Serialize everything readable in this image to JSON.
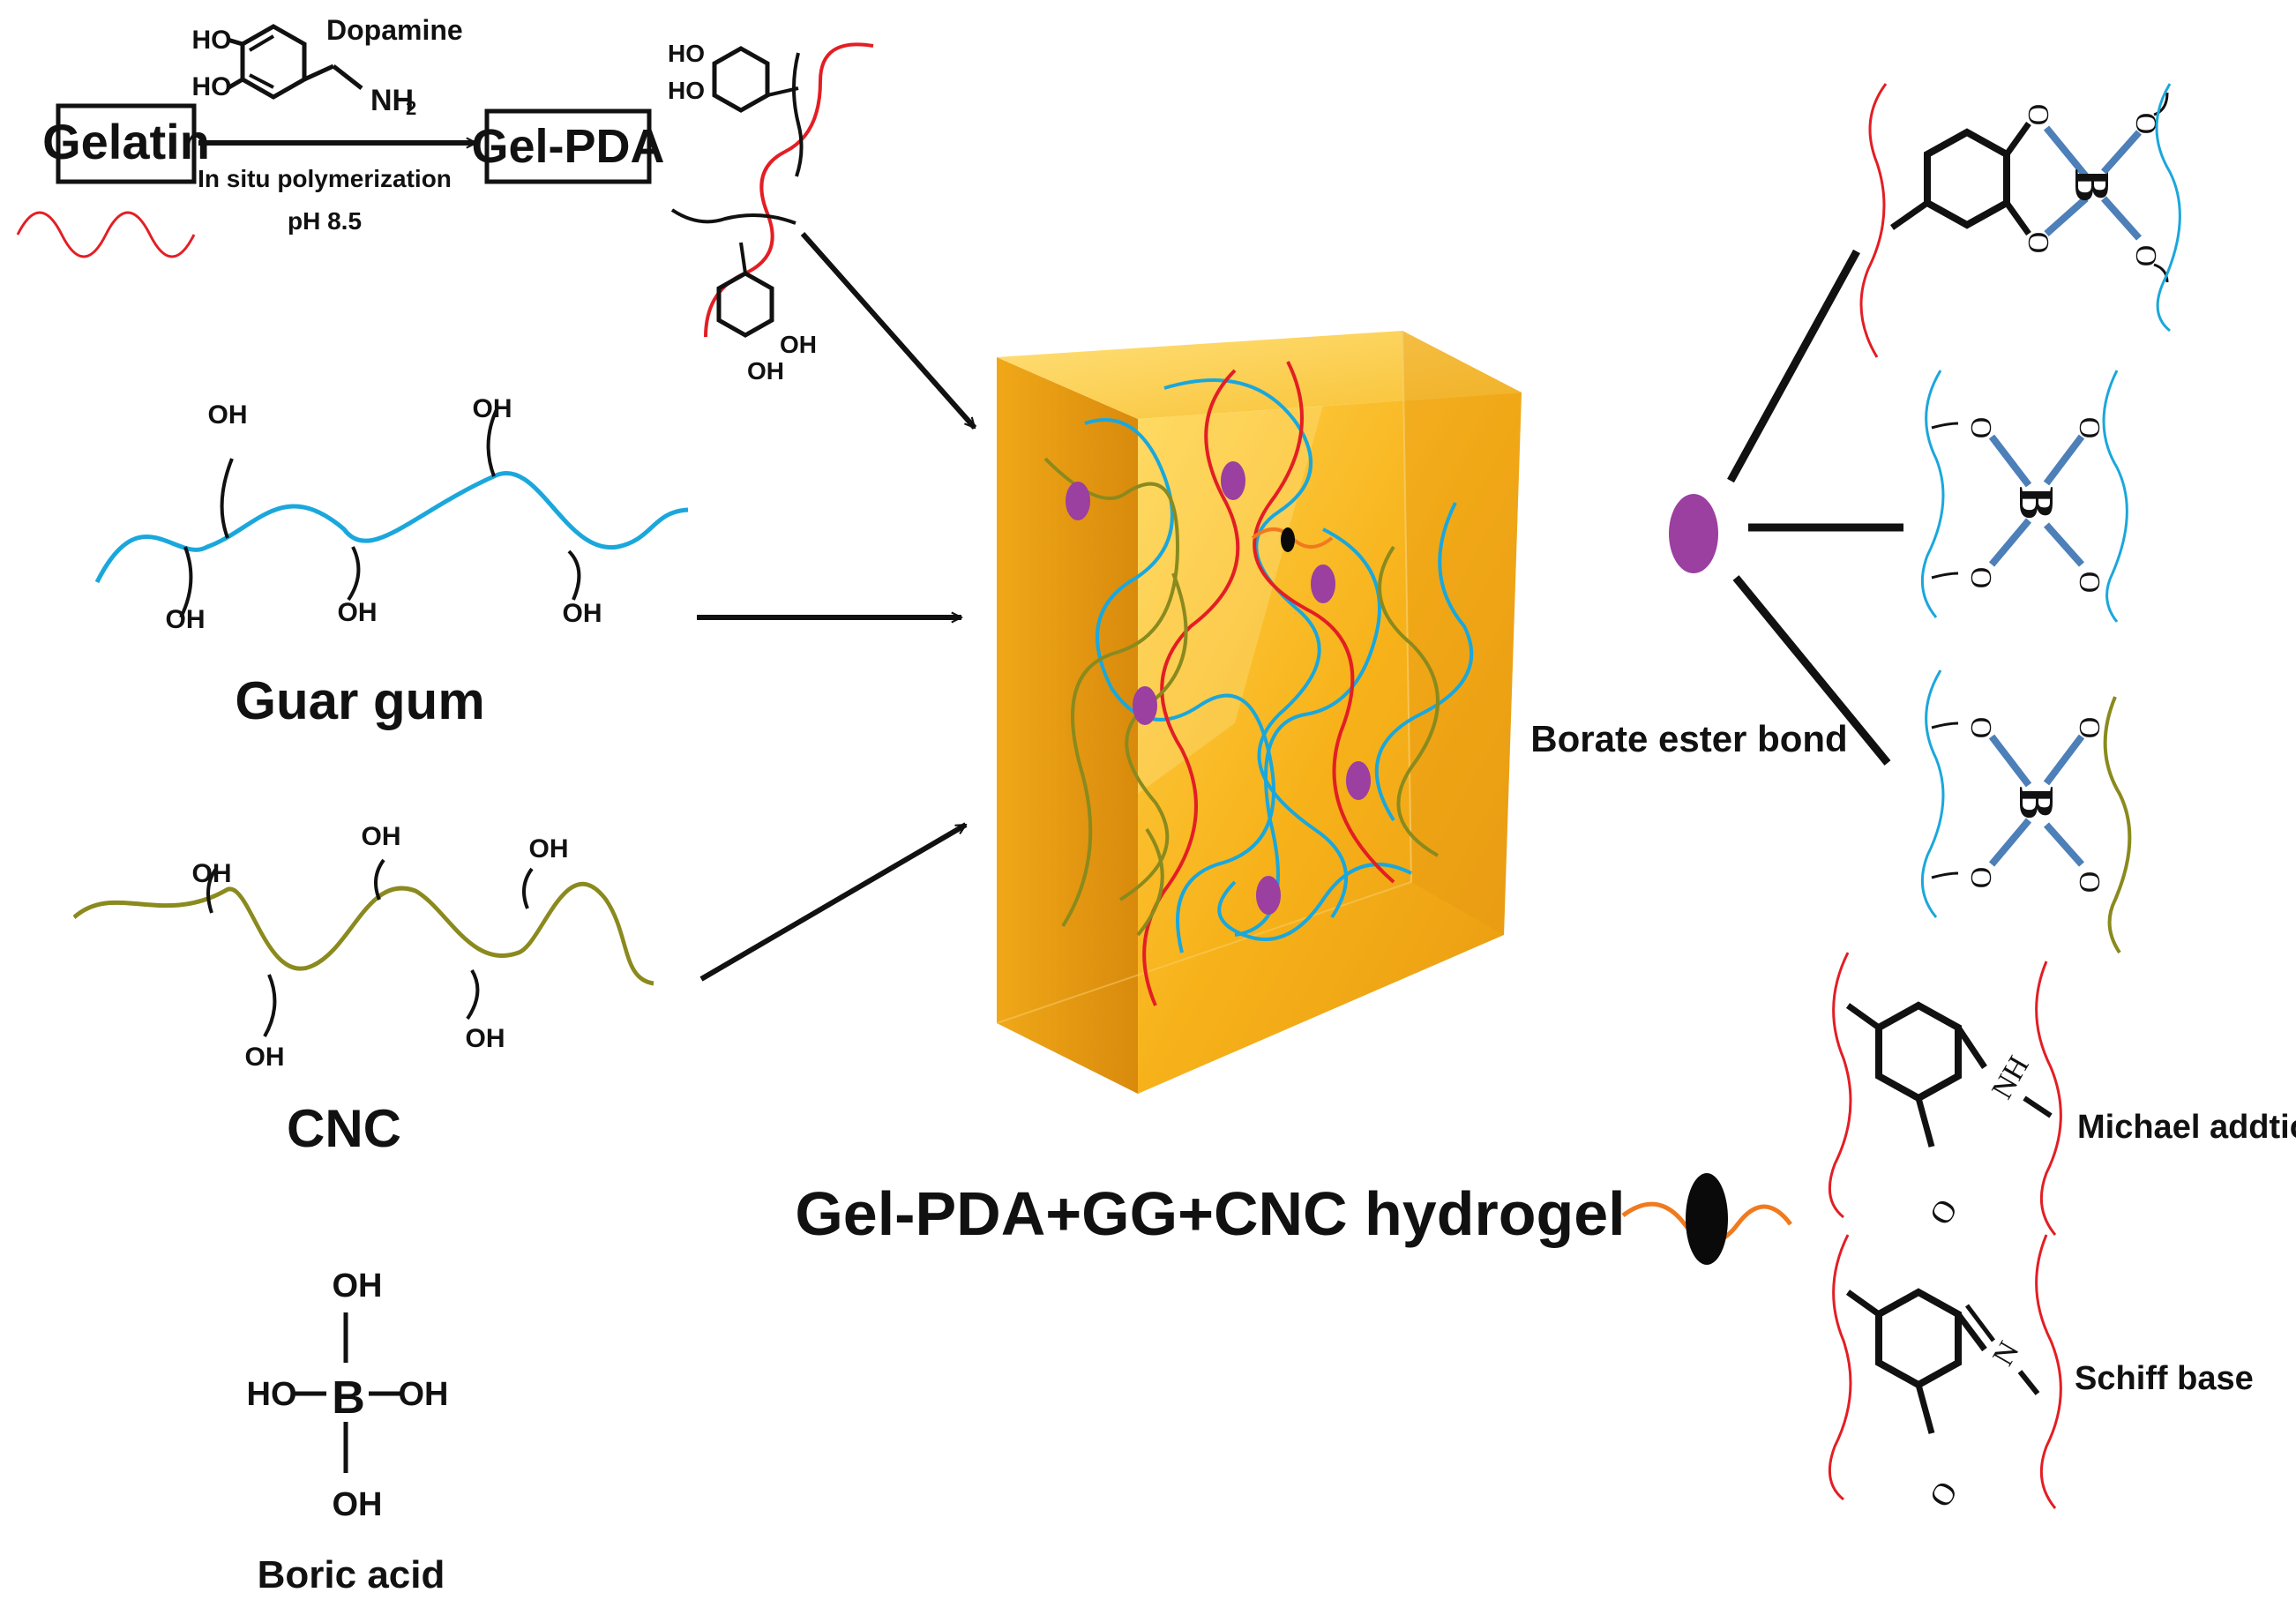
{
  "colors": {
    "gelatin_chain": "#e31e24",
    "guar_chain": "#1aa7dc",
    "cnc_chain": "#8a8a1e",
    "crosslink_borate": "#9b3fa0",
    "crosslink_schiff": "#0a0a0a",
    "pda_chain": "#f07a1e",
    "box_gold": "#f5b318",
    "bond_blue": "#4d7fb8"
  },
  "top": {
    "gelatin": "Gelatin",
    "gel_pda": "Gel-PDA",
    "dopamine": "Dopamine",
    "condition1": "In situ polymerization",
    "condition2": "pH 8.5"
  },
  "groups": {
    "oh": "OH",
    "ho": "HO",
    "nh2": "NH",
    "nh2_sub": "2",
    "nh": "NH",
    "n": "N",
    "o": "O",
    "b": "B"
  },
  "left": {
    "guar": "Guar gum",
    "cnc": "CNC",
    "boric": "Boric acid"
  },
  "center": {
    "title": "Gel-PDA+GG+CNC hydrogel"
  },
  "right": {
    "borate": "Borate ester bond",
    "michael": "Michael addtion",
    "schiff": "Schiff base"
  }
}
